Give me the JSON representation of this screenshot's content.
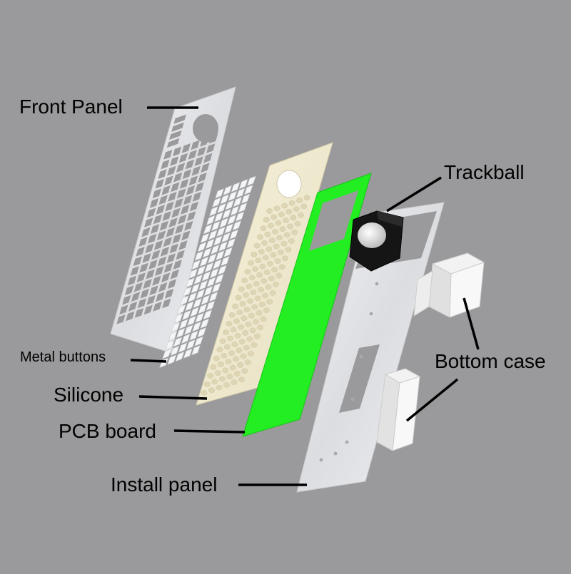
{
  "labels": {
    "front_panel": "Front Panel",
    "metal_buttons": "Metal buttons",
    "silicone": "Silicone",
    "pcb_board": "PCB board",
    "install_panel": "Install panel",
    "trackball": "Trackball",
    "bottom_case": "Bottom case"
  },
  "colors": {
    "background": "#9a9a9c",
    "pcb": "#22ee22",
    "silicone": "#efe9cf",
    "metal": "#e6e7ea",
    "trackball_housing": "#151515",
    "leader_line": "#000000"
  }
}
